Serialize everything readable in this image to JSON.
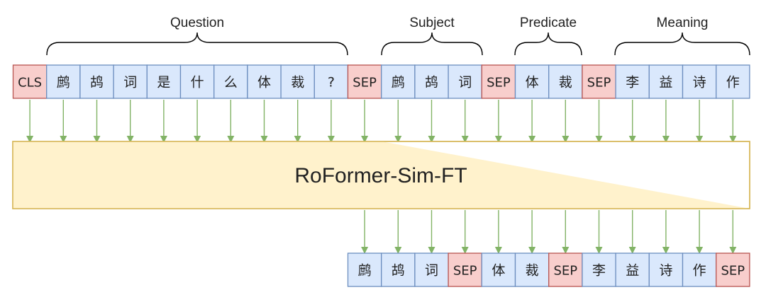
{
  "colors": {
    "token_fill": "#dae8fc",
    "token_stroke": "#6c8ebf",
    "special_fill": "#f8cecc",
    "special_stroke": "#b85450",
    "model_fill": "#fff2cc",
    "model_stroke": "#d6b656",
    "arrow": "#82b366",
    "brace": "#000000"
  },
  "groups": [
    {
      "label": "Question"
    },
    {
      "label": "Subject"
    },
    {
      "label": "Predicate"
    },
    {
      "label": "Meaning"
    }
  ],
  "input_tokens": [
    {
      "text": "CLS",
      "special": true
    },
    {
      "text": "鹧",
      "special": false
    },
    {
      "text": "鸪",
      "special": false
    },
    {
      "text": "词",
      "special": false
    },
    {
      "text": "是",
      "special": false
    },
    {
      "text": "什",
      "special": false
    },
    {
      "text": "么",
      "special": false
    },
    {
      "text": "体",
      "special": false
    },
    {
      "text": "裁",
      "special": false
    },
    {
      "text": "?",
      "special": false
    },
    {
      "text": "SEP",
      "special": true
    },
    {
      "text": "鹧",
      "special": false
    },
    {
      "text": "鸪",
      "special": false
    },
    {
      "text": "词",
      "special": false
    },
    {
      "text": "SEP",
      "special": true
    },
    {
      "text": "体",
      "special": false
    },
    {
      "text": "裁",
      "special": false
    },
    {
      "text": "SEP",
      "special": true
    },
    {
      "text": "李",
      "special": false
    },
    {
      "text": "益",
      "special": false
    },
    {
      "text": "诗",
      "special": false
    },
    {
      "text": "作",
      "special": false
    }
  ],
  "model": {
    "label": "RoFormer-Sim-FT"
  },
  "output_tokens": [
    {
      "text": "鹧",
      "special": false
    },
    {
      "text": "鸪",
      "special": false
    },
    {
      "text": "词",
      "special": false
    },
    {
      "text": "SEP",
      "special": true
    },
    {
      "text": "体",
      "special": false
    },
    {
      "text": "裁",
      "special": false
    },
    {
      "text": "SEP",
      "special": true
    },
    {
      "text": "李",
      "special": false
    },
    {
      "text": "益",
      "special": false
    },
    {
      "text": "诗",
      "special": false
    },
    {
      "text": "作",
      "special": false
    },
    {
      "text": "SEP",
      "special": true
    }
  ]
}
